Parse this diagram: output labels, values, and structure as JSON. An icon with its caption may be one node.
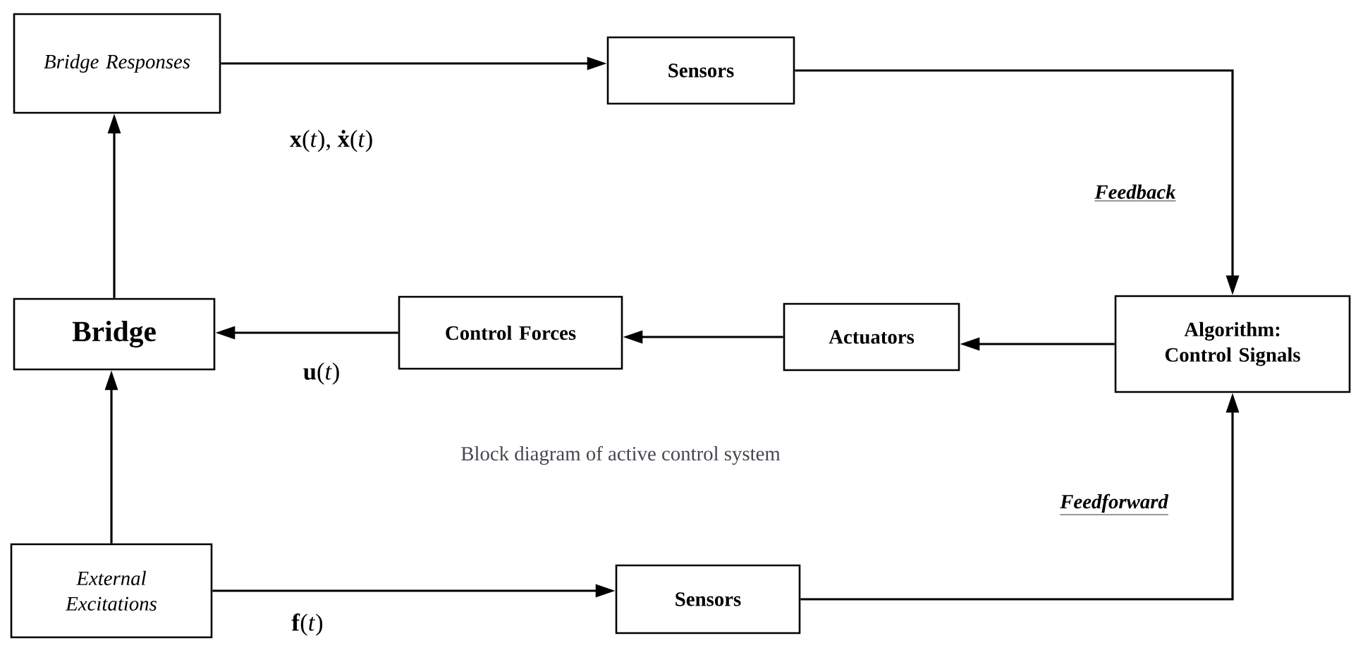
{
  "diagram": {
    "caption": "Block diagram of active control system",
    "nodes": [
      {
        "text": [
          "Bridge Responses"
        ]
      },
      {
        "text": [
          "Sensors"
        ]
      },
      {
        "text": [
          "Bridge"
        ]
      },
      {
        "text": [
          "Control Forces"
        ]
      },
      {
        "text": [
          "Actuators"
        ]
      },
      {
        "text": [
          "Algorithm: Control Signals"
        ]
      },
      {
        "text": [
          "External Excitations"
        ]
      },
      {
        "text": [
          "Sensors"
        ]
      }
    ],
    "edges": [
      {
        "from": 0,
        "to": 1,
        "arrow": "to",
        "label": "**x**(*t*), **ẋ**(*t*)"
      },
      {
        "from": 1,
        "to": 5,
        "arrow": "to",
        "label": "Feedback"
      },
      {
        "from": 5,
        "to": 4,
        "arrow": "to"
      },
      {
        "from": 4,
        "to": 3,
        "arrow": "to"
      },
      {
        "from": 3,
        "to": 2,
        "arrow": "to",
        "label": "**u**(*t*)"
      },
      {
        "from": 2,
        "to": 0,
        "arrow": "to"
      },
      {
        "from": 6,
        "to": 2,
        "arrow": "to"
      },
      {
        "from": 6,
        "to": 7,
        "arrow": "to",
        "label": "**f**(*t*)"
      },
      {
        "from": 7,
        "to": 5,
        "arrow": "to",
        "label": "Feedforward"
      }
    ]
  }
}
